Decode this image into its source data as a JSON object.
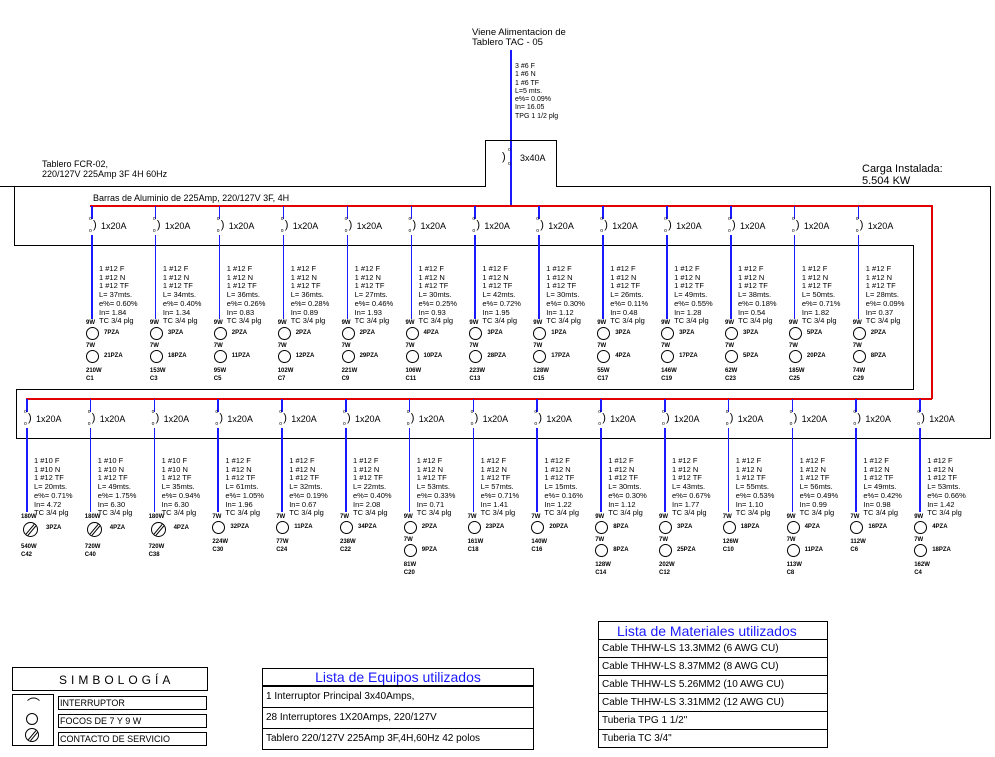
{
  "feeder": {
    "title_line1": "Viene Alimentacion de",
    "title_line2": "Tablero TAC - 05",
    "spec": [
      "3 #6 F",
      "1 #6 N",
      "1 #6 TF",
      "L=5 mts.",
      "e%= 0.09%",
      "In= 16.05",
      "TPG 1 1/2 plg"
    ],
    "main_breaker": "3x40A"
  },
  "panel": {
    "name_line1": "Tablero FCR-02,",
    "name_line2": "220/127V 225Amp 3F 4H 60Hz",
    "bus_label": "Barras de Aluminio de 225Amp, 220/127V 3F, 4H",
    "installed_load_label": "Carga Instalada:",
    "installed_load_value": "5.504 KW"
  },
  "colors": {
    "bus_red": "#e00000",
    "conductor_blue": "#1a1aff",
    "table_title_blue": "#1a1aff"
  },
  "top_circuits": [
    {
      "id": "C1",
      "breaker": "1x20A",
      "spec": [
        "1 #12 F",
        "1 #12 N",
        "1 #12 TF",
        "L= 37mts.",
        "e%= 0.60%",
        "In= 1.84",
        "TC 3/4 plg"
      ],
      "loads": [
        {
          "type": "lamp",
          "watts": "9W",
          "qty": "7PZA"
        },
        {
          "type": "lamp",
          "watts": "7W",
          "qty": "21PZA"
        }
      ],
      "total": "210W"
    },
    {
      "id": "C3",
      "breaker": "1x20A",
      "spec": [
        "1 #12 F",
        "1 #12 N",
        "1 #12 TF",
        "L= 34mts.",
        "e%= 0.40%",
        "In= 1.34",
        "TC 3/4 plg"
      ],
      "loads": [
        {
          "type": "lamp",
          "watts": "9W",
          "qty": "3PZA"
        },
        {
          "type": "lamp",
          "watts": "7W",
          "qty": "18PZA"
        }
      ],
      "total": "153W"
    },
    {
      "id": "C5",
      "breaker": "1x20A",
      "spec": [
        "1 #12 F",
        "1 #12 N",
        "1 #12 TF",
        "L= 36mts.",
        "e%= 0.26%",
        "In= 0.83",
        "TC 3/4 plg"
      ],
      "loads": [
        {
          "type": "lamp",
          "watts": "9W",
          "qty": "2PZA"
        },
        {
          "type": "lamp",
          "watts": "7W",
          "qty": "11PZA"
        }
      ],
      "total": "95W"
    },
    {
      "id": "C7",
      "breaker": "1x20A",
      "spec": [
        "1 #12 F",
        "1 #12 N",
        "1 #12 TF",
        "L= 36mts.",
        "e%= 0.28%",
        "In= 0.89",
        "TC 3/4 plg"
      ],
      "loads": [
        {
          "type": "lamp",
          "watts": "9W",
          "qty": "2PZA"
        },
        {
          "type": "lamp",
          "watts": "7W",
          "qty": "12PZA"
        }
      ],
      "total": "102W"
    },
    {
      "id": "C9",
      "breaker": "1x20A",
      "spec": [
        "1 #12 F",
        "1 #12 N",
        "1 #12 TF",
        "L= 27mts.",
        "e%= 0.46%",
        "In= 1.93",
        "TC 3/4 plg"
      ],
      "loads": [
        {
          "type": "lamp",
          "watts": "9W",
          "qty": "2PZA"
        },
        {
          "type": "lamp",
          "watts": "7W",
          "qty": "29PZA"
        }
      ],
      "total": "221W"
    },
    {
      "id": "C11",
      "breaker": "1x20A",
      "spec": [
        "1 #12 F",
        "1 #12 N",
        "1 #12 TF",
        "L= 30mts.",
        "e%= 0.25%",
        "In= 0.93",
        "TC 3/4 plg"
      ],
      "loads": [
        {
          "type": "lamp",
          "watts": "9W",
          "qty": "4PZA"
        },
        {
          "type": "lamp",
          "watts": "7W",
          "qty": "10PZA"
        }
      ],
      "total": "106W"
    },
    {
      "id": "C13",
      "breaker": "1x20A",
      "spec": [
        "1 #12 F",
        "1 #12 N",
        "1 #12 TF",
        "L= 42mts.",
        "e%= 0.72%",
        "In= 1.95",
        "TC 3/4 plg"
      ],
      "loads": [
        {
          "type": "lamp",
          "watts": "9W",
          "qty": "3PZA"
        },
        {
          "type": "lamp",
          "watts": "7W",
          "qty": "28PZA"
        }
      ],
      "total": "223W"
    },
    {
      "id": "C15",
      "breaker": "1x20A",
      "spec": [
        "1 #12 F",
        "1 #12 N",
        "1 #12 TF",
        "L= 30mts.",
        "e%= 0.30%",
        "In= 1.12",
        "TC 3/4 plg"
      ],
      "loads": [
        {
          "type": "lamp",
          "watts": "9W",
          "qty": "1PZA"
        },
        {
          "type": "lamp",
          "watts": "7W",
          "qty": "17PZA"
        }
      ],
      "total": "128W"
    },
    {
      "id": "C17",
      "breaker": "1x20A",
      "spec": [
        "1 #12 F",
        "1 #12 N",
        "1 #12 TF",
        "L= 26mts.",
        "e%= 0.11%",
        "In= 0.48",
        "TC 3/4 plg"
      ],
      "loads": [
        {
          "type": "lamp",
          "watts": "9W",
          "qty": "3PZA"
        },
        {
          "type": "lamp",
          "watts": "7W",
          "qty": "4PZA"
        }
      ],
      "total": "55W"
    },
    {
      "id": "C19",
      "breaker": "1x20A",
      "spec": [
        "1 #12 F",
        "1 #12 N",
        "1 #12 TF",
        "L= 49mts.",
        "e%= 0.55%",
        "In= 1.28",
        "TC 3/4 plg"
      ],
      "loads": [
        {
          "type": "lamp",
          "watts": "9W",
          "qty": "3PZA"
        },
        {
          "type": "lamp",
          "watts": "7W",
          "qty": "17PZA"
        }
      ],
      "total": "146W"
    },
    {
      "id": "C23",
      "breaker": "1x20A",
      "spec": [
        "1 #12 F",
        "1 #12 N",
        "1 #12 TF",
        "L= 38mts.",
        "e%= 0.18%",
        "In= 0.54",
        "TC 3/4 plg"
      ],
      "loads": [
        {
          "type": "lamp",
          "watts": "9W",
          "qty": "3PZA"
        },
        {
          "type": "lamp",
          "watts": "7W",
          "qty": "5PZA"
        }
      ],
      "total": "62W"
    },
    {
      "id": "C25",
      "breaker": "1x20A",
      "spec": [
        "1 #12 F",
        "1 #12 N",
        "1 #12 TF",
        "L= 50mts.",
        "e%= 0.71%",
        "In= 1.82",
        "TC 3/4 plg"
      ],
      "loads": [
        {
          "type": "lamp",
          "watts": "9W",
          "qty": "5PZA"
        },
        {
          "type": "lamp",
          "watts": "7W",
          "qty": "20PZA"
        }
      ],
      "total": "185W"
    },
    {
      "id": "C29",
      "breaker": "1x20A",
      "spec": [
        "1 #12 F",
        "1 #12 N",
        "1 #12 TF",
        "L= 28mts.",
        "e%= 0.09%",
        "In= 0.37",
        "TC 3/4 plg"
      ],
      "loads": [
        {
          "type": "lamp",
          "watts": "9W",
          "qty": "2PZA"
        },
        {
          "type": "lamp",
          "watts": "7W",
          "qty": "8PZA"
        }
      ],
      "total": "74W"
    }
  ],
  "bottom_circuits": [
    {
      "id": "C42",
      "breaker": "1x20A",
      "spec": [
        "1 #10 F",
        "1 #10 N",
        "1 #12 TF",
        "L= 20mts.",
        "e%= 0.71%",
        "In= 4.72",
        "TC 3/4 plg"
      ],
      "loads": [
        {
          "type": "outlet",
          "watts": "180W",
          "qty": "3PZA"
        }
      ],
      "total": "540W"
    },
    {
      "id": "C40",
      "breaker": "1x20A",
      "spec": [
        "1 #10 F",
        "1 #10 N",
        "1 #12 TF",
        "L= 49mts.",
        "e%= 1.75%",
        "In= 6.30",
        "TC 3/4 plg"
      ],
      "loads": [
        {
          "type": "outlet",
          "watts": "180W",
          "qty": "4PZA"
        }
      ],
      "total": "720W"
    },
    {
      "id": "C38",
      "breaker": "1x20A",
      "spec": [
        "1 #10 F",
        "1 #10 N",
        "1 #12 TF",
        "L= 35mts.",
        "e%= 0.94%",
        "In= 6.30",
        "TC 3/4 plg"
      ],
      "loads": [
        {
          "type": "outlet",
          "watts": "180W",
          "qty": "4PZA"
        }
      ],
      "total": "720W"
    },
    {
      "id": "C30",
      "breaker": "1x20A",
      "spec": [
        "1 #12 F",
        "1 #12 N",
        "1 #12 TF",
        "L= 61mts.",
        "e%= 1.05%",
        "In= 1.96",
        "TC 3/4 plg"
      ],
      "loads": [
        {
          "type": "lamp",
          "watts": "7W",
          "qty": "32PZA"
        }
      ],
      "total": "224W"
    },
    {
      "id": "C24",
      "breaker": "1x20A",
      "spec": [
        "1 #12 F",
        "1 #12 N",
        "1 #12 TF",
        "L= 32mts.",
        "e%= 0.19%",
        "In= 0.67",
        "TC 3/4 plg"
      ],
      "loads": [
        {
          "type": "lamp",
          "watts": "7W",
          "qty": "11PZA"
        }
      ],
      "total": "77W"
    },
    {
      "id": "C22",
      "breaker": "1x20A",
      "spec": [
        "1 #12 F",
        "1 #12 N",
        "1 #12 TF",
        "L= 22mts.",
        "e%= 0.40%",
        "In= 2.08",
        "TC 3/4 plg"
      ],
      "loads": [
        {
          "type": "lamp",
          "watts": "7W",
          "qty": "34PZA"
        }
      ],
      "total": "238W"
    },
    {
      "id": "C20",
      "breaker": "1x20A",
      "spec": [
        "1 #12 F",
        "1 #12 N",
        "1 #12 TF",
        "L= 53mts.",
        "e%= 0.33%",
        "In= 0.71",
        "TC 3/4 plg"
      ],
      "loads": [
        {
          "type": "lamp",
          "watts": "9W",
          "qty": "2PZA"
        },
        {
          "type": "lamp",
          "watts": "7W",
          "qty": "9PZA"
        }
      ],
      "total": "81W"
    },
    {
      "id": "C18",
      "breaker": "1x20A",
      "spec": [
        "1 #12 F",
        "1 #12 N",
        "1 #12 TF",
        "L= 57mts.",
        "e%= 0.71%",
        "In= 1.41",
        "TC 3/4 plg"
      ],
      "loads": [
        {
          "type": "lamp",
          "watts": "7W",
          "qty": "23PZA"
        }
      ],
      "total": "161W"
    },
    {
      "id": "C16",
      "breaker": "1x20A",
      "spec": [
        "1 #12 F",
        "1 #12 N",
        "1 #12 TF",
        "L= 15mts.",
        "e%= 0.16%",
        "In= 1.22",
        "TC 3/4 plg"
      ],
      "loads": [
        {
          "type": "lamp",
          "watts": "7W",
          "qty": "20PZA"
        }
      ],
      "total": "140W"
    },
    {
      "id": "C14",
      "breaker": "1x20A",
      "spec": [
        "1 #12 F",
        "1 #12 N",
        "1 #12 TF",
        "L= 30mts.",
        "e%= 0.30%",
        "In= 1.12",
        "TC 3/4 plg"
      ],
      "loads": [
        {
          "type": "lamp",
          "watts": "9W",
          "qty": "8PZA"
        },
        {
          "type": "lamp",
          "watts": "7W",
          "qty": "8PZA"
        }
      ],
      "total": "128W"
    },
    {
      "id": "C12",
      "breaker": "1x20A",
      "spec": [
        "1 #12 F",
        "1 #12 N",
        "1 #12 TF",
        "L= 43mts.",
        "e%= 0.67%",
        "In= 1.77",
        "TC 3/4 plg"
      ],
      "loads": [
        {
          "type": "lamp",
          "watts": "9W",
          "qty": "3PZA"
        },
        {
          "type": "lamp",
          "watts": "7W",
          "qty": "25PZA"
        }
      ],
      "total": "202W"
    },
    {
      "id": "C10",
      "breaker": "1x20A",
      "spec": [
        "1 #12 F",
        "1 #12 N",
        "1 #12 TF",
        "L= 55mts.",
        "e%= 0.53%",
        "In= 1.10",
        "TC 3/4 plg"
      ],
      "loads": [
        {
          "type": "lamp",
          "watts": "7W",
          "qty": "18PZA"
        }
      ],
      "total": "126W"
    },
    {
      "id": "C8",
      "breaker": "1x20A",
      "spec": [
        "1 #12 F",
        "1 #12 N",
        "1 #12 TF",
        "L= 56mts.",
        "e%= 0.49%",
        "In= 0.99",
        "TC 3/4 plg"
      ],
      "loads": [
        {
          "type": "lamp",
          "watts": "9W",
          "qty": "4PZA"
        },
        {
          "type": "lamp",
          "watts": "7W",
          "qty": "11PZA"
        }
      ],
      "total": "113W"
    },
    {
      "id": "C6",
      "breaker": "1x20A",
      "spec": [
        "1 #12 F",
        "1 #12 N",
        "1 #12 TF",
        "L= 49mts.",
        "e%= 0.42%",
        "In= 0.98",
        "TC 3/4 plg"
      ],
      "loads": [
        {
          "type": "lamp",
          "watts": "7W",
          "qty": "16PZA"
        }
      ],
      "total": "112W"
    },
    {
      "id": "C4",
      "breaker": "1x20A",
      "spec": [
        "1 #12 F",
        "1 #12 N",
        "1 #12 TF",
        "L= 53mts.",
        "e%= 0.66%",
        "In= 1.42",
        "TC 3/4 plg"
      ],
      "loads": [
        {
          "type": "lamp",
          "watts": "9W",
          "qty": "4PZA"
        },
        {
          "type": "lamp",
          "watts": "7W",
          "qty": "18PZA"
        }
      ],
      "total": "162W"
    }
  ],
  "symbology": {
    "title": "SIMBOLOGÍA",
    "items": [
      {
        "icon": "breaker-icon",
        "label": "INTERRUPTOR"
      },
      {
        "icon": "lamp-icon",
        "label": "FOCOS DE 7 Y 9 W"
      },
      {
        "icon": "outlet-icon",
        "label": "CONTACTO DE SERVICIO"
      }
    ]
  },
  "equipment_list": {
    "title": "Lista de Equipos utilizados",
    "rows": [
      "1  Interruptor  Principal  3x40Amps,",
      "28  Interruptores  1X20Amps,  220/127V",
      "Tablero  220/127V  225Amp  3F,4H,60Hz  42  polos"
    ]
  },
  "materials_list": {
    "title": "Lista de Materiales utilizados",
    "rows": [
      "Cable  THHW-LS  13.3MM2  (6  AWG  CU)",
      "Cable  THHW-LS  8.37MM2  (8  AWG  CU)",
      "Cable  THHW-LS  5.26MM2  (10  AWG  CU)",
      "Cable  THHW-LS  3.31MM2  (12  AWG  CU)",
      "Tuberia  TPG  1  1/2\"",
      "Tuberia  TC  3/4\""
    ]
  }
}
